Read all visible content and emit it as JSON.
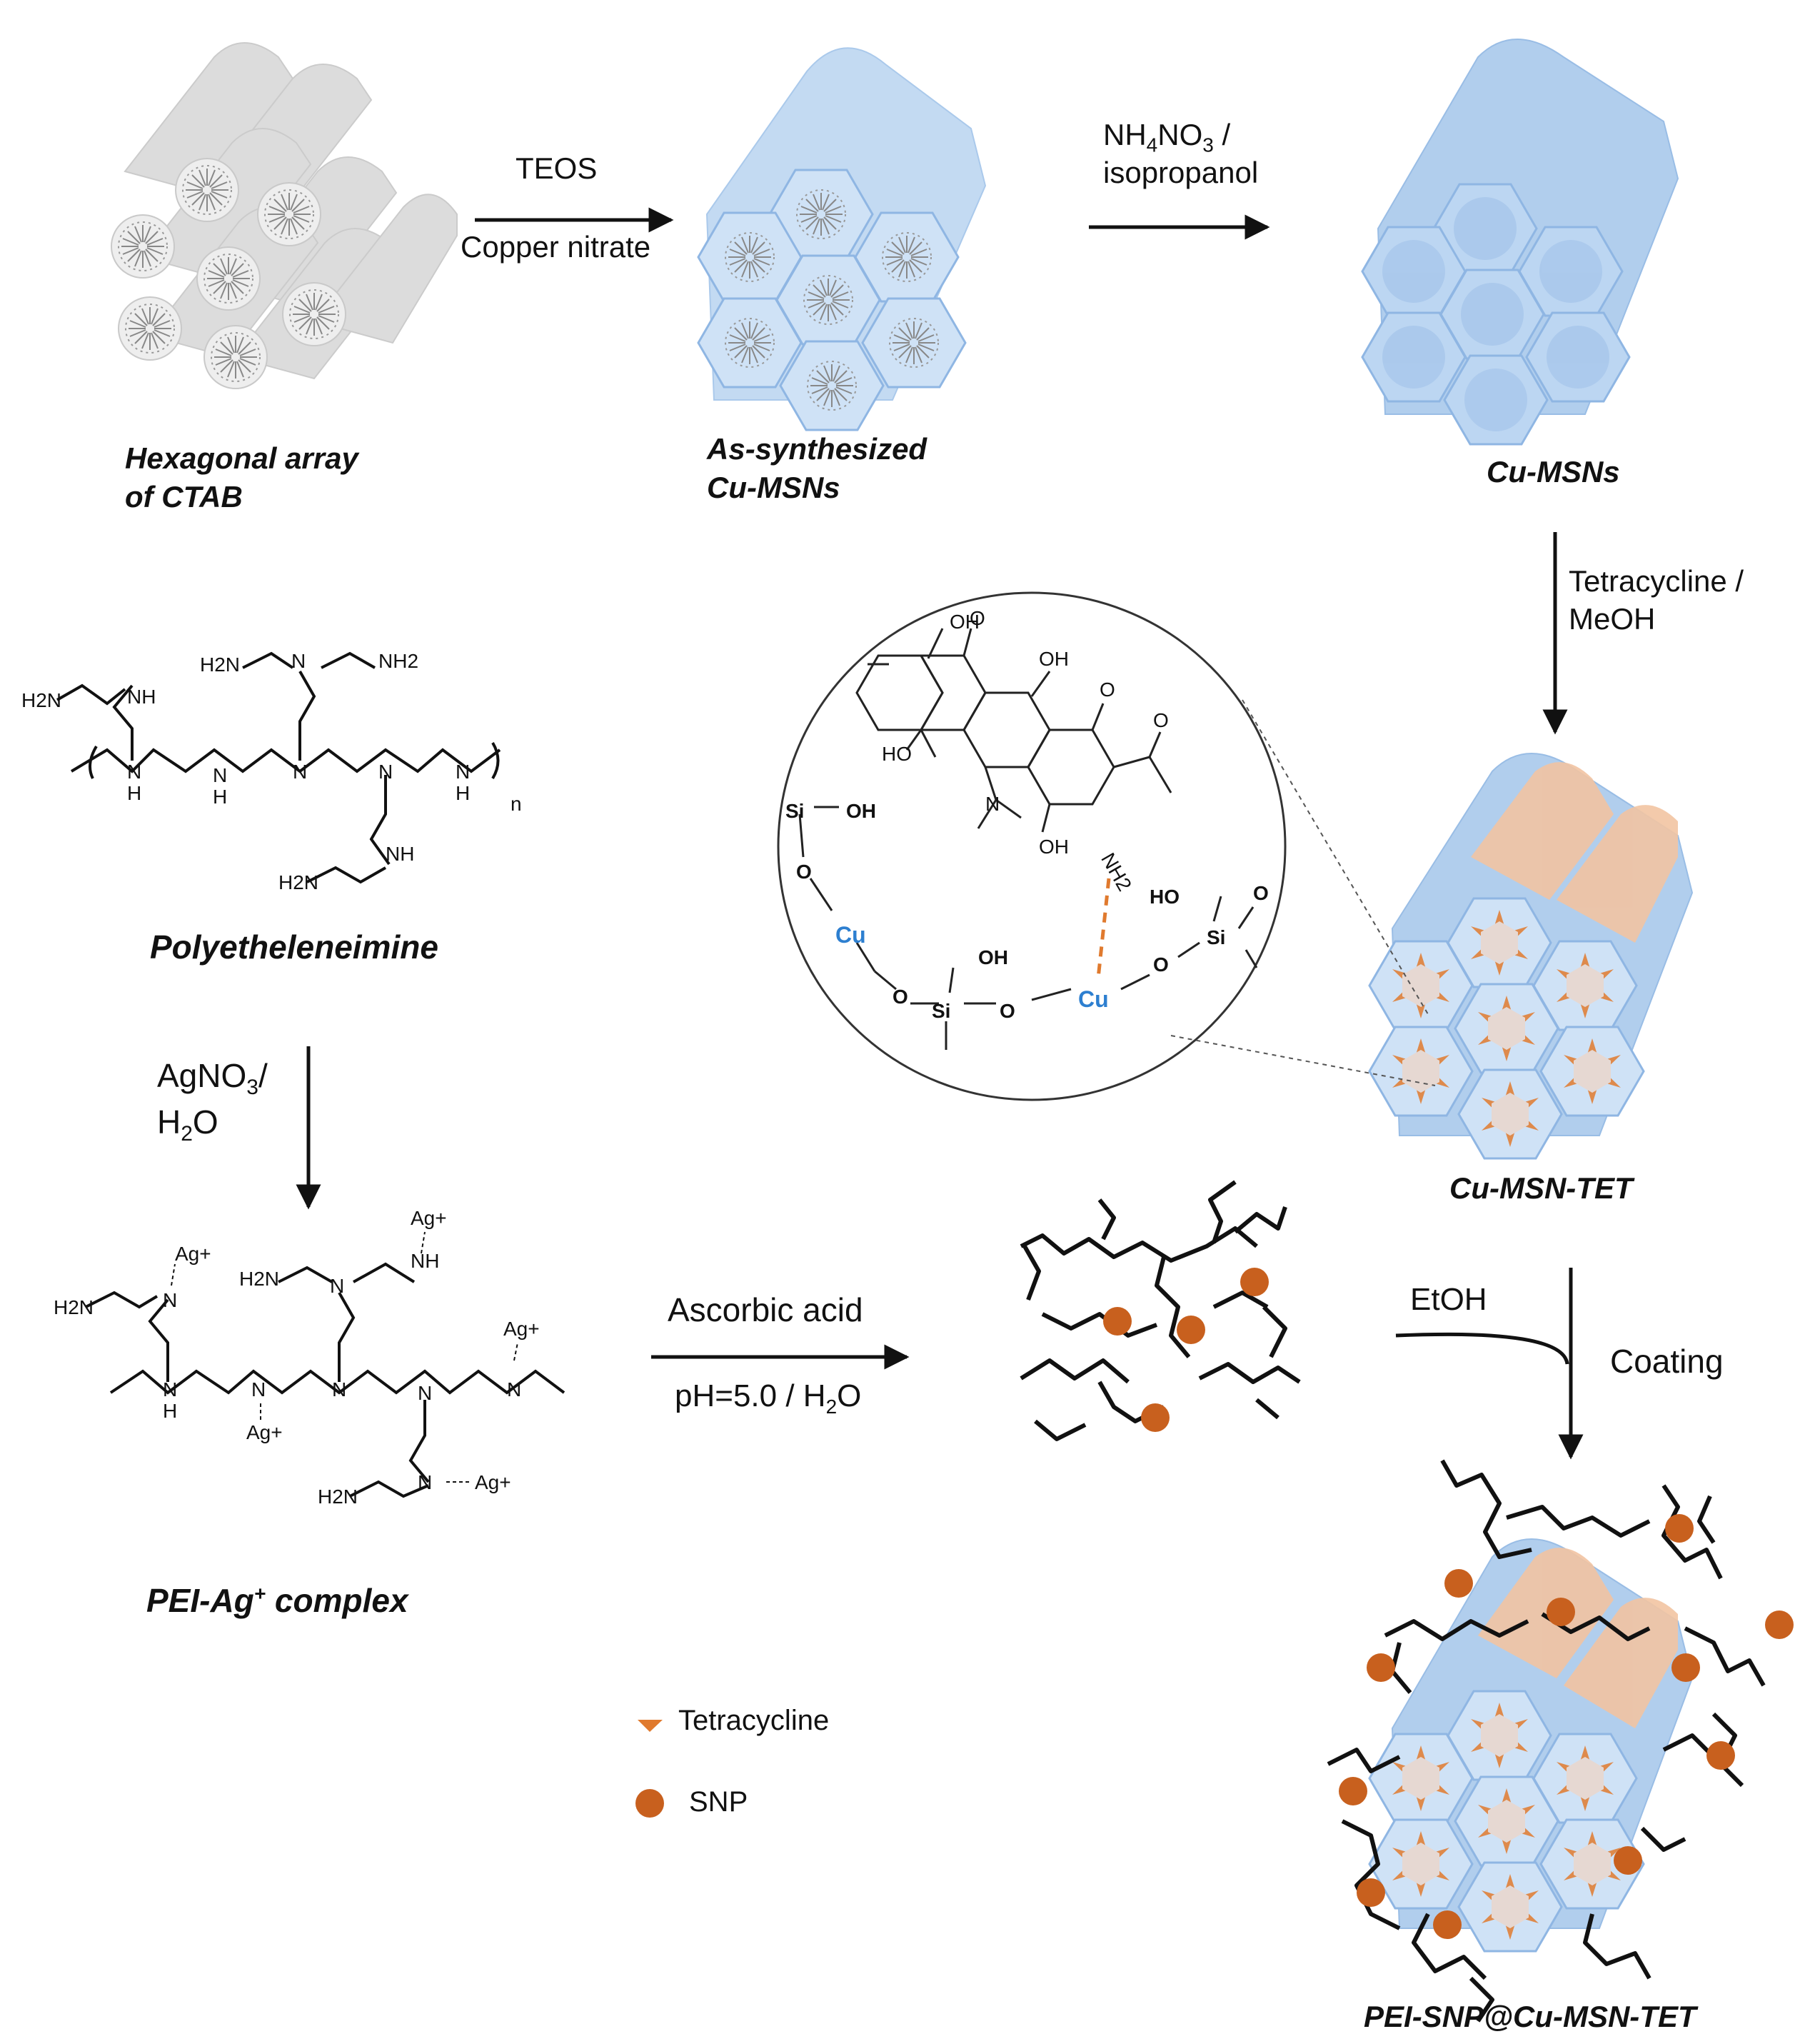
{
  "figure": {
    "captions": {
      "ctab_line1": "Hexagonal array",
      "ctab_line2": "of CTAB",
      "as_synth_line1": "As-synthesized",
      "as_synth_line2": "Cu-MSNs",
      "cu_msns": "Cu-MSNs",
      "pei": "Polyetheleneimine",
      "pei_ag_main": "PEI-Ag",
      "pei_ag_sup": "+",
      "pei_ag_tail": " complex",
      "cu_msn_tet": "Cu-MSN-TET",
      "final": "PEI-SNP@Cu-MSN-TET"
    },
    "reagents": {
      "teos": "TEOS",
      "copper_nitrate": "Copper nitrate",
      "nh4no3_a": "NH",
      "nh4no3_sub1": "4",
      "nh4no3_b": "NO",
      "nh4no3_sub2": "3",
      "nh4no3_c": " /",
      "isopropanol": "isopropanol",
      "tetracycline_line1": "Tetracycline /",
      "tetracycline_line2": "MeOH",
      "agno3_a": "AgNO",
      "agno3_sub": "3",
      "agno3_b": "/",
      "h2o_a": "H",
      "h2o_sub": "2",
      "h2o_b": "O",
      "ascorbic": "Ascorbic acid",
      "ph_a": "pH=5.0 / H",
      "ph_sub": "2",
      "ph_b": "O",
      "etoh": "EtOH",
      "coating": "Coating"
    },
    "chem_labels": {
      "h2n": "H2N",
      "nh2": "NH2",
      "nh": "NH",
      "n": "N",
      "h": "H",
      "n_sub": "n",
      "ag_plus": "Ag+",
      "si": "Si",
      "oh": "OH",
      "ho": "HO",
      "o": "O",
      "cu": "Cu"
    },
    "legend": {
      "tetracycline": "Tetracycline",
      "snp": "SNP"
    },
    "colors": {
      "silica": "#9ec3ea",
      "silica_edge": "#7aa9dc",
      "ctab_gray": "#cfcfcf",
      "drug_orange": "#f2c4a2",
      "snp": "#c8601e",
      "tetracycline_mark": "#e07a2e",
      "copper_text": "#2d7fd0"
    }
  }
}
